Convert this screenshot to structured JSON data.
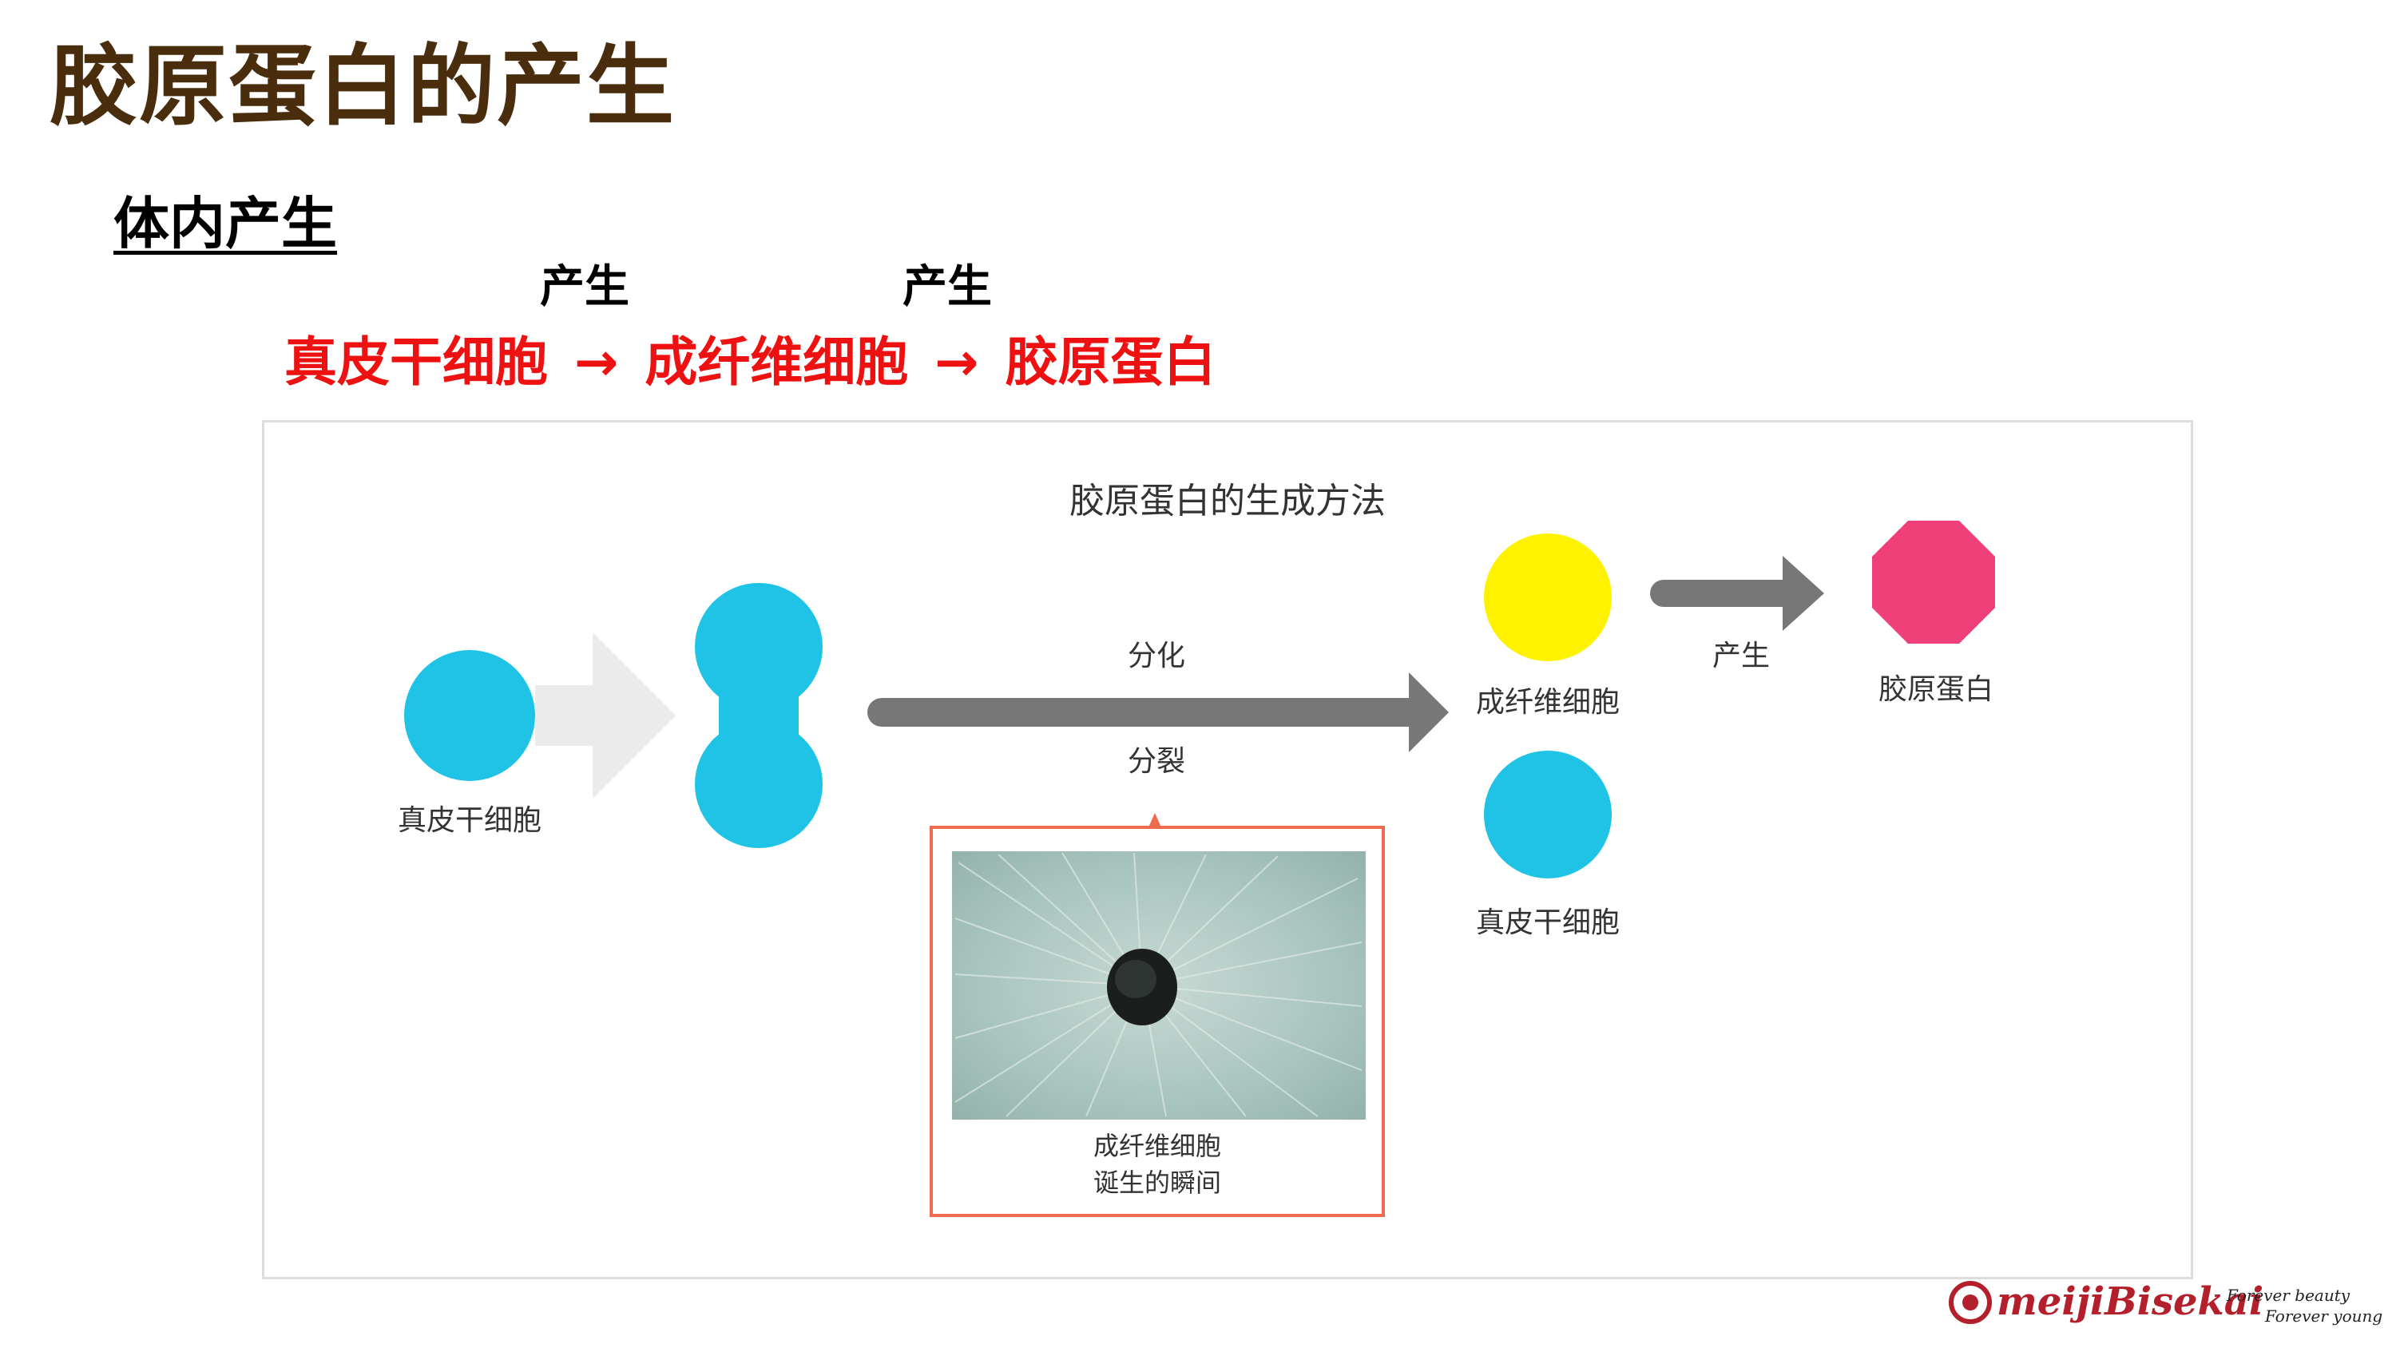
{
  "slide": {
    "title": "胶原蛋白的产生",
    "subtitle": "体内产生"
  },
  "chain": {
    "step_label_1": "产生",
    "step_label_2": "产生",
    "item_1": "真皮干细胞",
    "arrow_1": "→",
    "item_2": "成纤维细胞",
    "arrow_2": "→",
    "item_3": "胶原蛋白"
  },
  "figure": {
    "title": "胶原蛋白的生成方法",
    "stem_cell_label": "真皮干细胞",
    "differentiation_label": "分化",
    "division_label": "分裂",
    "fibroblast_label": "成纤维细胞",
    "stem_cell_label_2": "真皮干细胞",
    "produce_label": "产生",
    "collagen_label": "胶原蛋白",
    "photo_caption_line1": "成纤维细胞",
    "photo_caption_line2": "诞生的瞬间",
    "colors": {
      "stem_cell": "#1fc3e6",
      "fibroblast": "#fff200",
      "collagen": "#ee3f78",
      "arrow_gray": "#777777",
      "arrow_light": "#ebebeb",
      "photo_border": "#ef6a4f"
    }
  },
  "brand": {
    "name": "meijiBisekai",
    "tagline_1": "Forever beauty",
    "tagline_2": "Forever young",
    "logo_icon": "meiji-logo-icon"
  }
}
